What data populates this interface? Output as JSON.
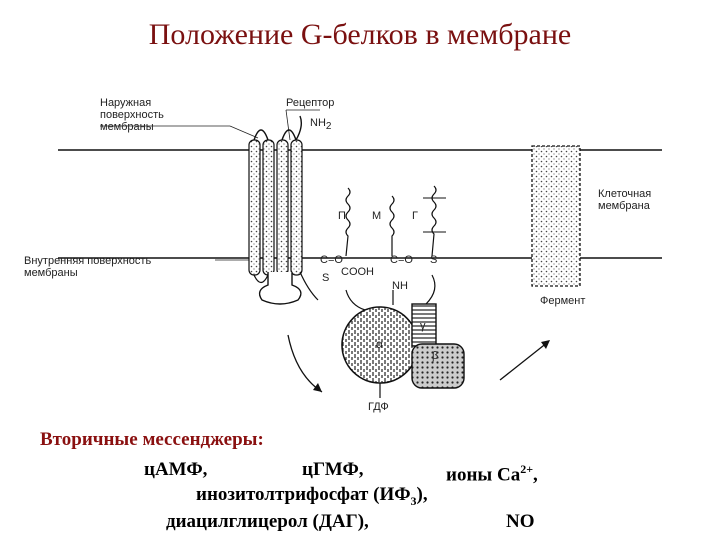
{
  "title": "Положение G-белков в мембране",
  "labels": {
    "outer_surface": [
      "Наружная",
      "поверхность",
      "мембраны"
    ],
    "receptor": "Рецептор",
    "nh2": "NH",
    "nh2_sub": "2",
    "cell_membrane": [
      "Клеточная",
      "мембрана"
    ],
    "inner_surface": [
      "Внутренняя поверхность",
      "мембраны"
    ],
    "enzyme": "Фермент",
    "p": "П",
    "m": "М",
    "g": "Г",
    "co_left": "C=O",
    "s_left": "S",
    "cooh": "COOH",
    "co_right": "C=O",
    "s_right": "S",
    "nh": "NH",
    "alpha": "α",
    "beta": "β",
    "gamma": "γ",
    "gdf": "ГДФ"
  },
  "bottom": {
    "heading": "Вторичные мессенджеры:",
    "camp": "цАМФ,",
    "cgmp": "цГМФ,",
    "ca_ions": "ионы Са",
    "ca_sup": "2+",
    "ca_comma": ",",
    "ip3": "инозитолтрифосфат (ИФ",
    "ip3_sub": "3",
    "ip3_end": "),",
    "dag": "диацилглицерол (ДАГ),",
    "no": "NO"
  },
  "colors": {
    "title": "#7a1010",
    "heading": "#8a1010",
    "text": "#000000"
  }
}
